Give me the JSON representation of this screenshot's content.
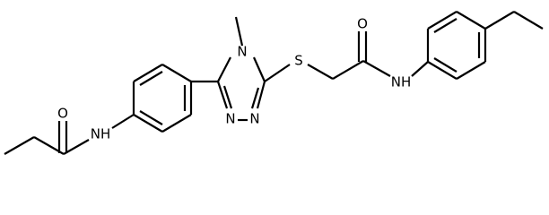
{
  "molecule": {
    "atom_labels": {
      "amide_o_left": "O",
      "amide_nh_left": "NH",
      "triazole_n_methyl": "N",
      "triazole_n_lower_left": "N",
      "triazole_n_lower_right": "N",
      "thioether_s": "S",
      "amide_o_right": "O",
      "amide_nh_right": "NH"
    }
  }
}
